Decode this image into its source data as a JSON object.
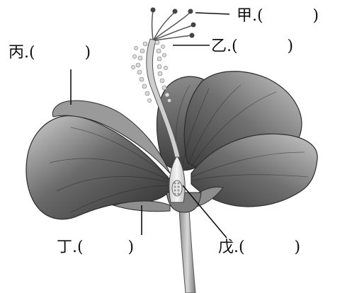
{
  "labels": {
    "jia": "甲.(          )",
    "yi": "乙.(          )",
    "bing": "丙.(          )",
    "ding": "丁.(         )",
    "wu": "戊.(          )"
  },
  "colors": {
    "ink": "#111111",
    "petal_dark": "#3a3a3a",
    "petal_mid": "#6e6e6e",
    "petal_light": "#b5b5b5",
    "background": "#ffffff"
  }
}
